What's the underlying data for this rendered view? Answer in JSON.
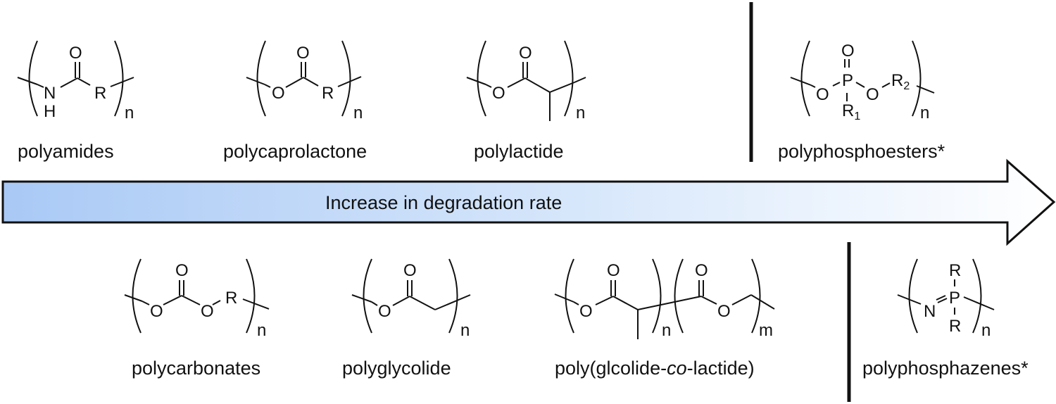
{
  "arrow": {
    "label": "Increase in degradation rate",
    "gradient_start": "#a9c9f5",
    "gradient_end": "#ffffff"
  },
  "top_row": [
    {
      "name": "polyamides",
      "atoms": {
        "o": "O",
        "n": "N",
        "h": "H",
        "r": "R",
        "sub": "n"
      }
    },
    {
      "name": "polycaprolactone",
      "atoms": {
        "o_top": "O",
        "o": "O",
        "r": "R",
        "sub": "n"
      }
    },
    {
      "name": "polylactide",
      "atoms": {
        "o_top": "O",
        "o": "O",
        "sub": "n"
      }
    },
    {
      "name": "polyphosphoesters*",
      "atoms": {
        "o_top": "O",
        "p": "P",
        "o1": "O",
        "o2": "O",
        "r1": "R",
        "r1_sub": "1",
        "r2": "R",
        "r2_sub": "2",
        "sub": "n"
      }
    }
  ],
  "bottom_row": [
    {
      "name": "polycarbonates",
      "atoms": {
        "o_top": "O",
        "o1": "O",
        "o2": "O",
        "r": "R",
        "sub": "n"
      }
    },
    {
      "name": "polyglycolide",
      "atoms": {
        "o_top": "O",
        "o": "O",
        "sub": "n"
      }
    },
    {
      "name_prefix": "poly(glcolide-",
      "name_italic": "co",
      "name_suffix": "-lactide)",
      "atoms": {
        "o_top1": "O",
        "o1": "O",
        "sub1": "n",
        "o_top2": "O",
        "o2": "O",
        "sub2": "m"
      }
    },
    {
      "name": "polyphosphazenes*",
      "atoms": {
        "r_top": "R",
        "p": "P",
        "n": "N",
        "r_bottom": "R",
        "sub": "n"
      }
    }
  ]
}
